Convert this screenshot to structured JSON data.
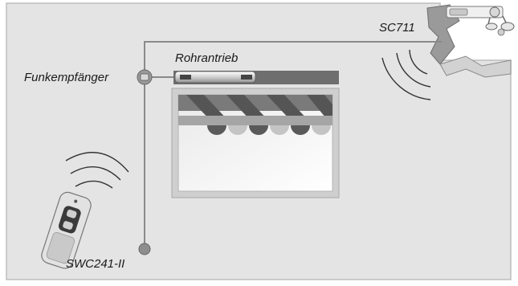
{
  "labels": {
    "sensor": "SC711",
    "motor": "Rohrantrieb",
    "receiver": "Funkempfänger",
    "remote": "SWC241-II"
  },
  "colors": {
    "wall": "#e4e4e4",
    "wall_edge": "#bdbdbd",
    "wire": "#8a8a8a",
    "awning_dark": "#555555",
    "awning_light": "#c4c4c4",
    "window_frame": "#cfcfcf",
    "window_glass": "#f7f7f7",
    "remote_body": "#e2e2e2"
  }
}
